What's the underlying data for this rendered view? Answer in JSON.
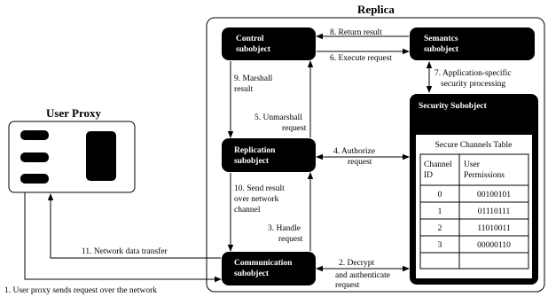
{
  "titles": {
    "replica": "Replica",
    "user_proxy": "User Proxy",
    "security_subobject": "Security Subobject",
    "table_caption": "Secure Channels Table"
  },
  "nodes": {
    "control": [
      "Control",
      "subobject"
    ],
    "semantics": [
      "Semantcs",
      "subobject"
    ],
    "replication": [
      "Replication",
      "subobject"
    ],
    "communication": [
      "Communication",
      "subobject"
    ]
  },
  "edges": {
    "return_result": "8. Return result",
    "execute_request": "6. Execute request",
    "app_security": [
      "7. Application-specific",
      "security processing"
    ],
    "marshall_result": [
      "9. Marshall",
      "result"
    ],
    "unmarshall_request": [
      "5. Unmarshall",
      "request"
    ],
    "authorize_request": [
      "4. Authorize",
      "request"
    ],
    "send_result": [
      "10. Send result",
      "over network",
      "channel"
    ],
    "handle_request": [
      "3. Handle",
      "request"
    ],
    "network_transfer": "11. Network data transfer",
    "decrypt": [
      "2. Decrypt",
      "and authenticate",
      "request"
    ],
    "user_request": "1. User proxy sends request over the network"
  },
  "table": {
    "headers": [
      [
        "Channel",
        "ID"
      ],
      [
        "User",
        "Permissions"
      ]
    ],
    "rows": [
      [
        "0",
        "00100101"
      ],
      [
        "1",
        "01110111"
      ],
      [
        "2",
        "11010011"
      ],
      [
        "3",
        "00000110"
      ],
      [
        "",
        ""
      ]
    ]
  }
}
